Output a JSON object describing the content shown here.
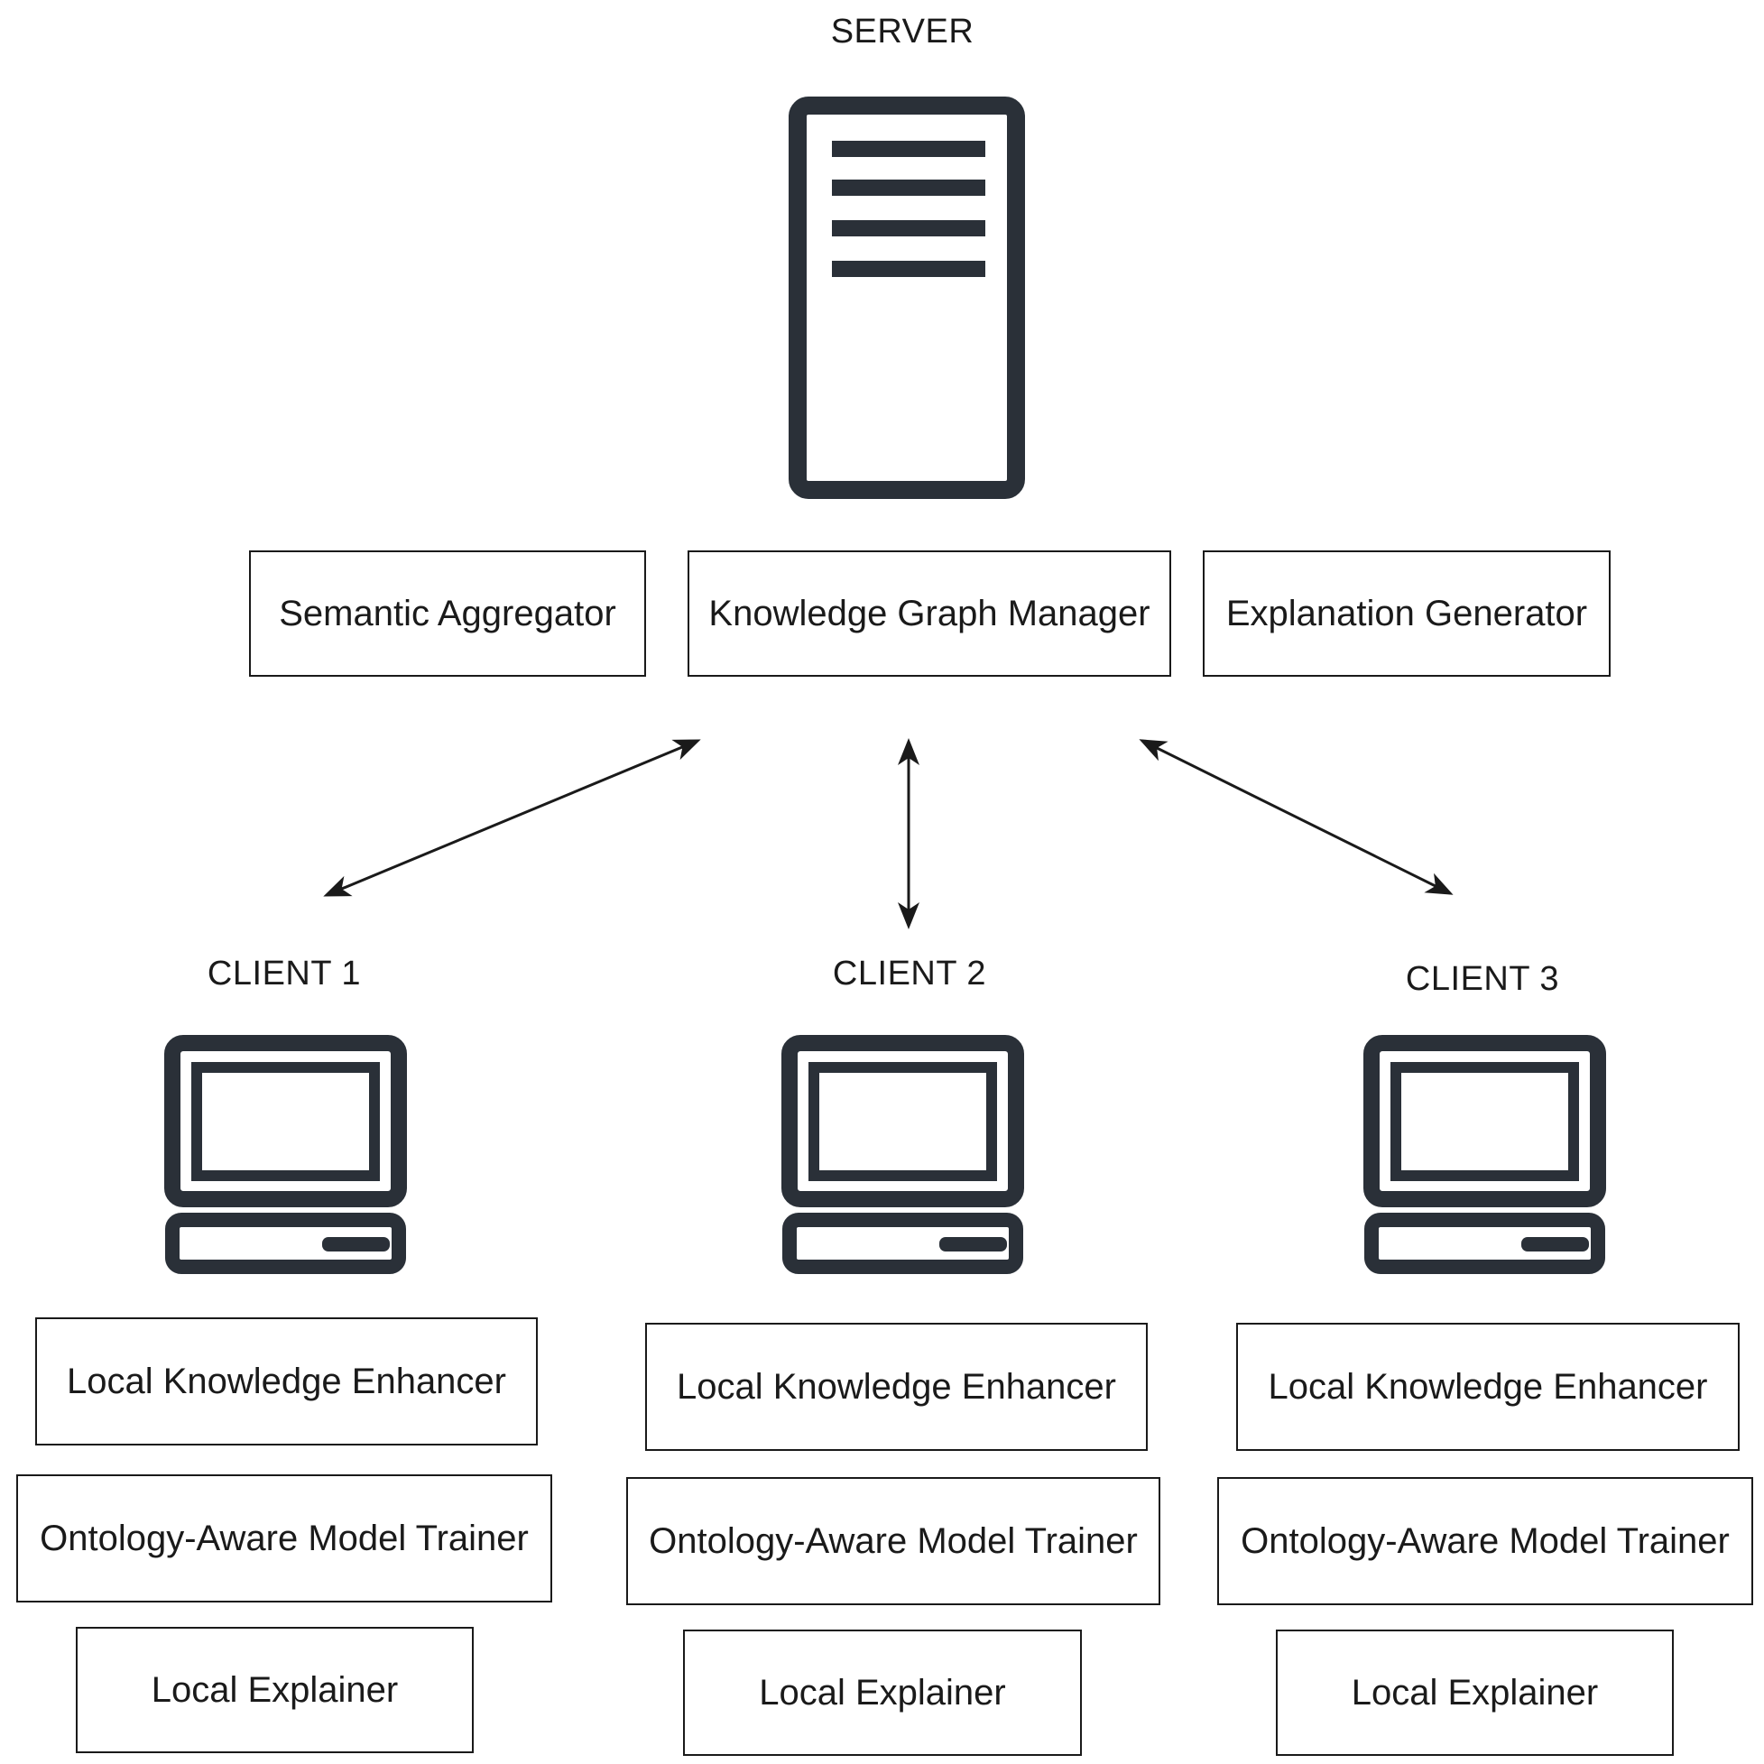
{
  "colors": {
    "icon": "#2a3038",
    "stroke": "#1a1a1a",
    "text": "#1a1a1a",
    "background": "#ffffff"
  },
  "server": {
    "title": "SERVER",
    "icon": "server-tower-icon",
    "components": [
      "Semantic Aggregator",
      "Knowledge Graph Manager",
      "Explanation Generator"
    ]
  },
  "clients": [
    {
      "title": "CLIENT 1",
      "icon": "desktop-computer-icon",
      "components": [
        "Local Knowledge Enhancer",
        "Ontology-Aware Model Trainer",
        "Local Explainer"
      ]
    },
    {
      "title": "CLIENT 2",
      "icon": "desktop-computer-icon",
      "components": [
        "Local Knowledge Enhancer",
        "Ontology-Aware Model Trainer",
        "Local Explainer"
      ]
    },
    {
      "title": "CLIENT 3",
      "icon": "desktop-computer-icon",
      "components": [
        "Local Knowledge Enhancer",
        "Ontology-Aware Model Trainer",
        "Local Explainer"
      ]
    }
  ],
  "connections": [
    {
      "from": "server",
      "to": "client-1",
      "type": "bidirectional"
    },
    {
      "from": "server",
      "to": "client-2",
      "type": "bidirectional"
    },
    {
      "from": "server",
      "to": "client-3",
      "type": "bidirectional"
    }
  ]
}
